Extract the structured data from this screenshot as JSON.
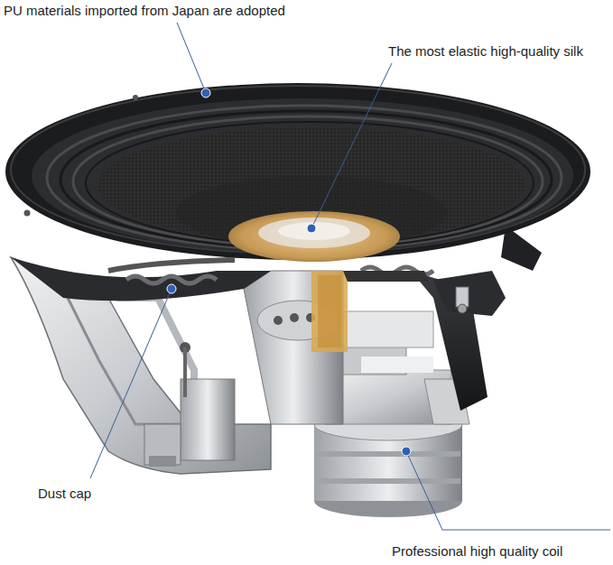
{
  "diagram": {
    "labels": [
      "PU materials imported from Japan are adopted",
      "The most elastic high-quality silk",
      "Dust cap",
      "Professional high quality coil"
    ]
  }
}
